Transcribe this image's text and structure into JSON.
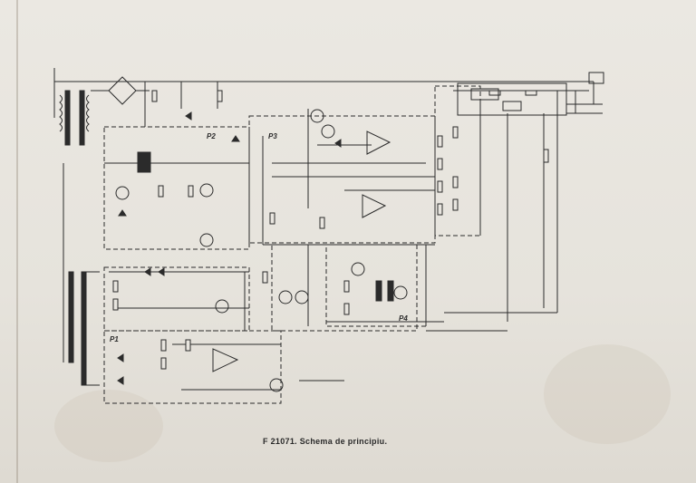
{
  "caption": "F 21071. Schema de principiu.",
  "panel_labels": [
    "P2",
    "P3",
    "P1",
    "P4"
  ],
  "colors": {
    "paper": "#e8e5df",
    "ink": "#2b2b2b"
  }
}
